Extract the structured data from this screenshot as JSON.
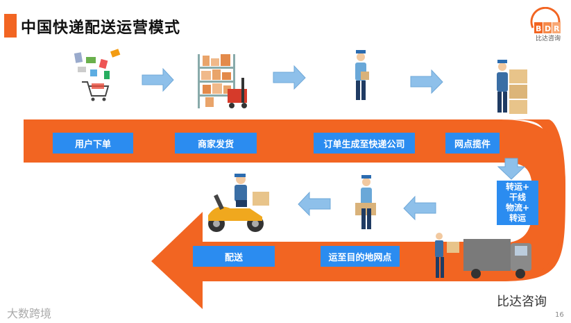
{
  "title": "中国快递配送运营模式",
  "logo": {
    "letters": "BDR",
    "name": "比达咨询"
  },
  "steps": {
    "s1": "用户下单",
    "s2": "商家发货",
    "s3": "订单生成至快递公司",
    "s4": "网点揽件",
    "s5_lines": [
      "转运+",
      "干线",
      "物流+",
      "转运"
    ],
    "s6": "运至目的地网点",
    "s7": "配送"
  },
  "watermark_left": "大数跨境",
  "watermark_right": "比达咨询",
  "page_number": "16",
  "colors": {
    "accent": "#f26522",
    "label": "#2b8cf0",
    "arrow": "#8ec0ea"
  }
}
